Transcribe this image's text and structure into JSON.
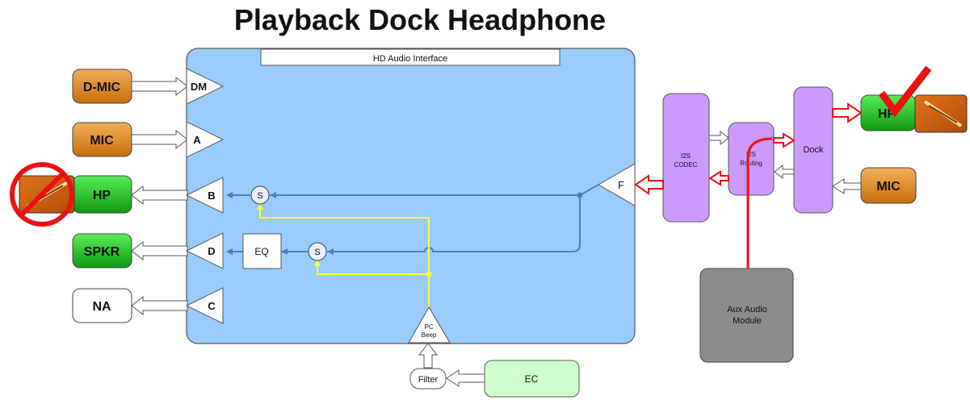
{
  "title": "Playback Dock Headphone",
  "hda_label": "HD Audio Interface",
  "left_devices": {
    "dmic": "D-MIC",
    "mic": "MIC",
    "hp": "HP",
    "spkr": "SPKR",
    "na": "NA"
  },
  "pins": {
    "dm": "DM",
    "a": "A",
    "b": "B",
    "d": "D",
    "c": "C",
    "f": "F"
  },
  "eq": "EQ",
  "sum1": "S",
  "sum2": "S",
  "pc_beep": {
    "line1": "PC",
    "line2": "Beep"
  },
  "filter": "Filter",
  "ec": "EC",
  "i2s_codec": {
    "line1": "I2S",
    "line2": "CODEC"
  },
  "i2s_routing": {
    "line1": "I2S",
    "line2": "Routing"
  },
  "dock": "Dock",
  "right_hp": "HP",
  "right_mic": "MIC",
  "aux": {
    "line1": "Aux Audio",
    "line2": "Module"
  },
  "colors": {
    "hda_fill": "#99ccff",
    "orange_device": "#d9861a",
    "green_device": "#22aa22",
    "purple": "#cc99ff",
    "gray_module": "#8c8c8c",
    "ec_fill": "#ccffcc",
    "blue_wire": "#4a7ec3",
    "yellow_wire": "#ffff33",
    "red_path": "#ee1111"
  },
  "icons": {
    "blocked": "prohibited-sign-icon",
    "ok": "checkmark-icon",
    "plug": "headphone-plug-icon"
  }
}
